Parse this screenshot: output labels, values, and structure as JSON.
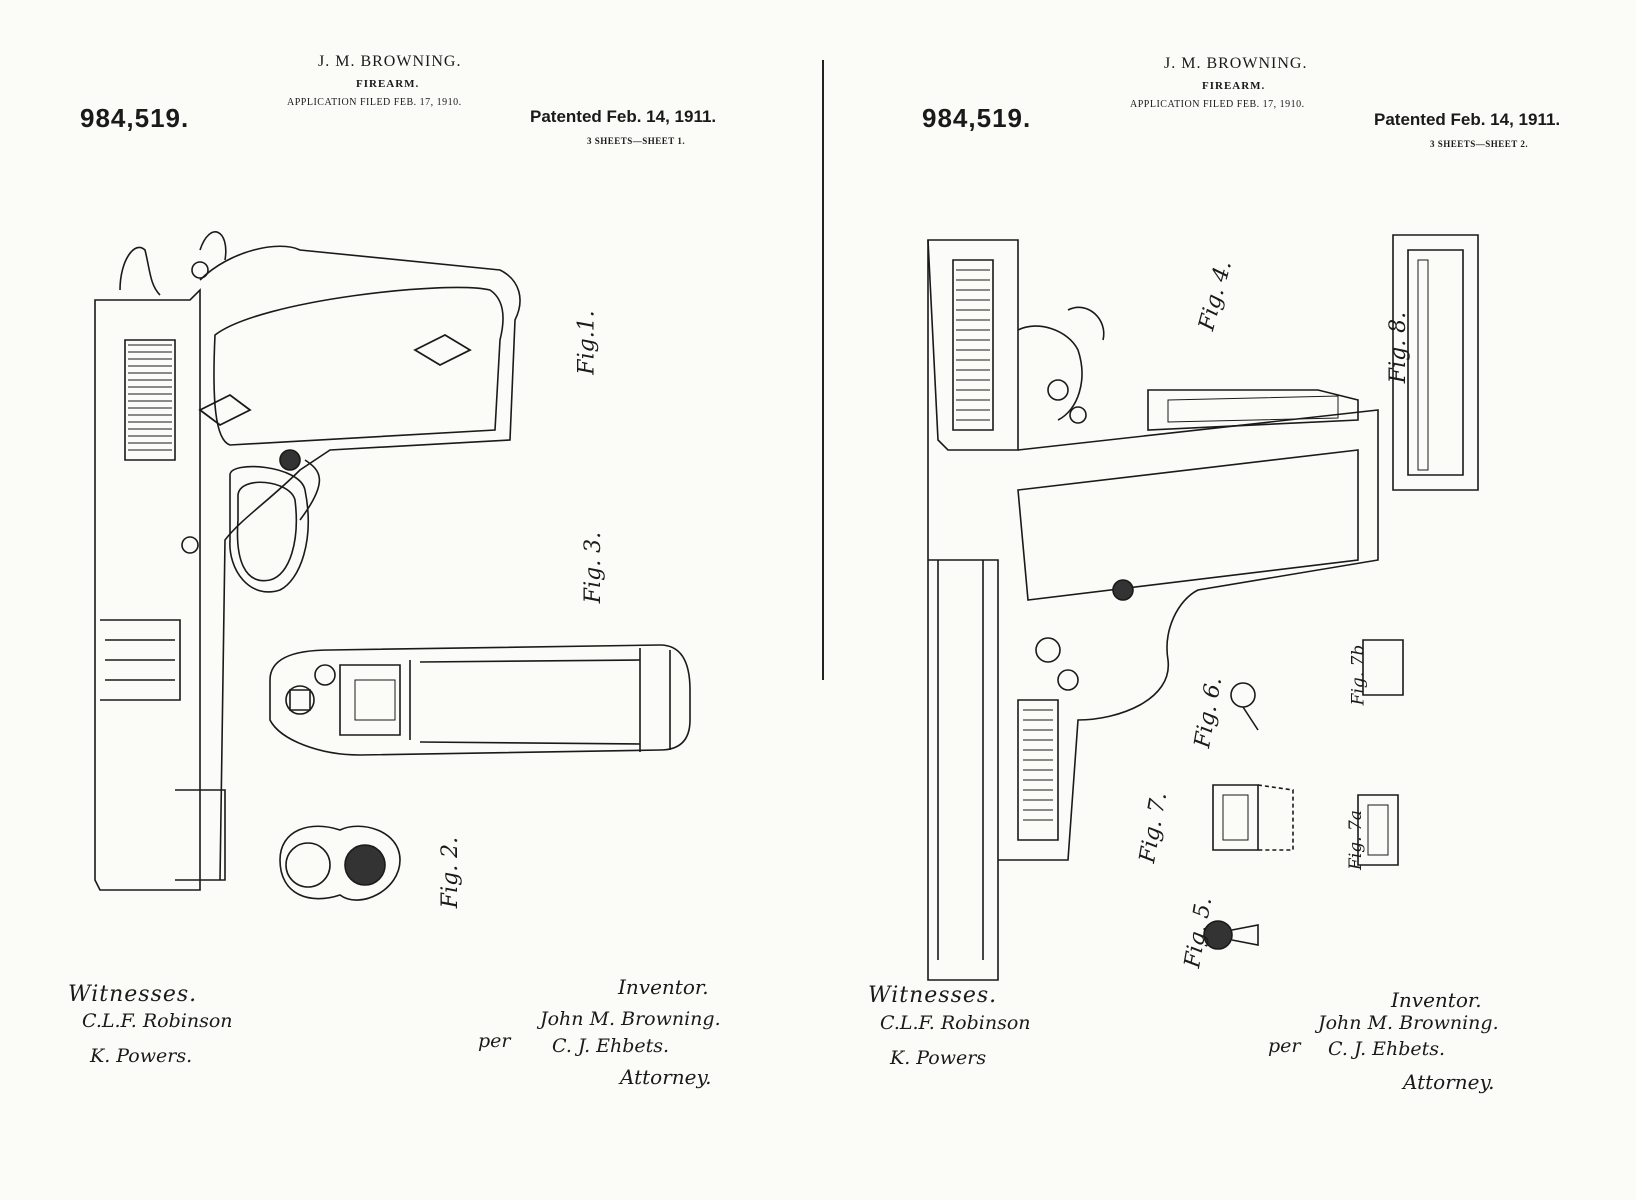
{
  "sheet1": {
    "inventor": "J. M. BROWNING.",
    "title": "FIREARM.",
    "application": "APPLICATION FILED FEB. 17, 1910.",
    "patent_number": "984,519.",
    "patented": "Patented Feb. 14, 1911.",
    "sheets": "3 SHEETS—SHEET 1.",
    "witnesses_label": "Witnesses.",
    "witness_1": "C.L.F. Robinson",
    "witness_2": "K. Powers.",
    "inventor_label": "Inventor.",
    "signature": "John M. Browning.",
    "per": "per",
    "attorney_name": "C. J. Ehbets.",
    "attorney_label": "Attorney.",
    "figures": [
      "Fig.1.",
      "Fig. 3.",
      "Fig. 2."
    ]
  },
  "sheet2": {
    "inventor": "J. M. BROWNING.",
    "title": "FIREARM.",
    "application": "APPLICATION FILED FEB. 17, 1910.",
    "patent_number": "984,519.",
    "patented": "Patented Feb. 14, 1911.",
    "sheets": "3 SHEETS—SHEET 2.",
    "witnesses_label": "Witnesses.",
    "witness_1": "C.L.F. Robinson",
    "witness_2": "K. Powers",
    "inventor_label": "Inventor.",
    "signature": "John M. Browning.",
    "per": "per",
    "attorney_name": "C. J. Ehbets.",
    "attorney_label": "Attorney.",
    "figures": [
      "Fig. 4.",
      "Fig. 8.",
      "Fig. 6.",
      "Fig. 7.",
      "Fig. 5.",
      "Fig. 7b",
      "Fig. 7a"
    ]
  }
}
